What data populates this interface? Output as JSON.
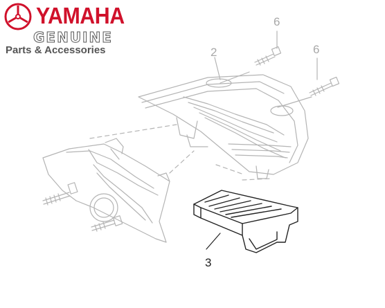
{
  "branding": {
    "brand": "YAMAHA",
    "line": "GENUINE",
    "tagline": "Parts & Accessories",
    "color_red": "#d0112b",
    "color_gray": "#555555"
  },
  "callouts": [
    {
      "id": "6a",
      "label": "6"
    },
    {
      "id": "2",
      "label": "2"
    },
    {
      "id": "6b",
      "label": "6"
    },
    {
      "id": "3",
      "label": "3"
    }
  ],
  "colors": {
    "faded_lines": "#b4b4b4",
    "highlight_lines": "#222222"
  }
}
